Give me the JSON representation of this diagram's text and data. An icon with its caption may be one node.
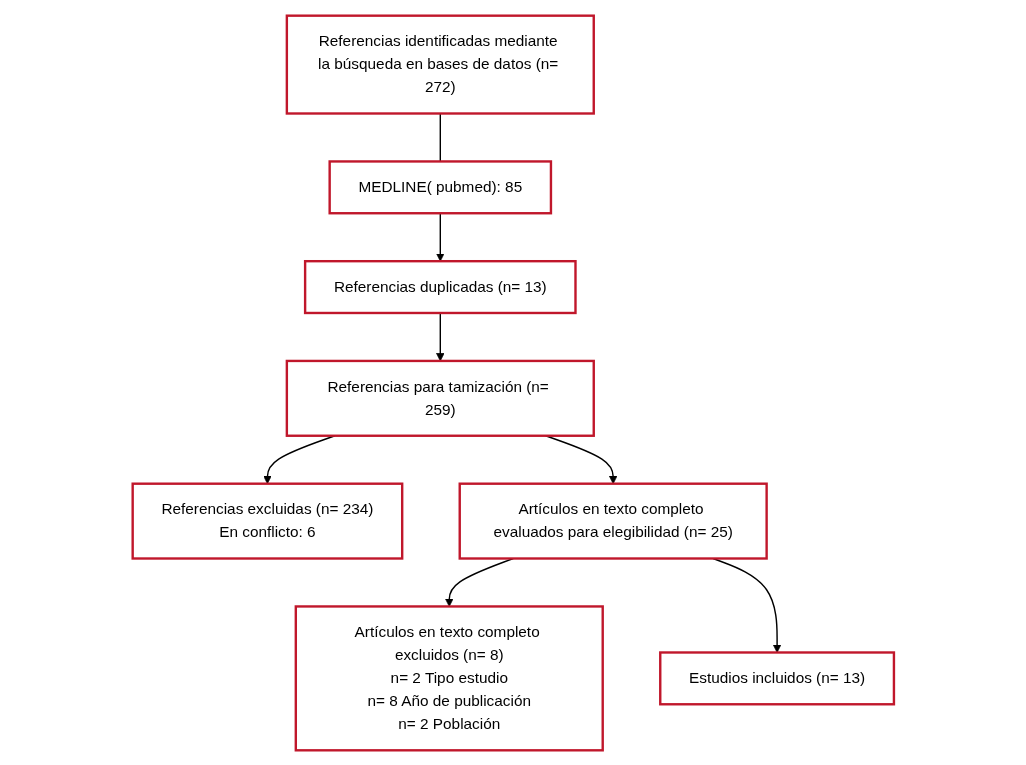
{
  "diagram": {
    "nodes": [
      {
        "text": [
          "Referencias identificadas mediante la búsqueda en bases de datos (n= 272)"
        ]
      },
      {
        "text": [
          "MEDLINE( pubmed): 85"
        ]
      },
      {
        "text": [
          "Referencias duplicadas (n= 13)"
        ]
      },
      {
        "text": [
          "Referencias para tamización (n= 259)"
        ]
      },
      {
        "text": [
          "Referencias excluidas (n= 234)",
          "En conflicto: 6"
        ]
      },
      {
        "text": [
          "Artículos en texto completo evaluados para elegibilidad (n= 25)"
        ]
      },
      {
        "text": [
          "Artículos en texto completo excluidos (n= 8)",
          "n= 2 Tipo estudio",
          "n= 8 Año de publicación",
          "n= 2 Población"
        ]
      },
      {
        "text": [
          "Estudios incluidos (n= 13)"
        ]
      }
    ],
    "edges": [
      {
        "from": 0,
        "to": 1,
        "arrow": "none"
      },
      {
        "from": 1,
        "to": 2,
        "arrow": "to"
      },
      {
        "from": 2,
        "to": 3,
        "arrow": "to"
      },
      {
        "from": 3,
        "to": 4,
        "arrow": "to"
      },
      {
        "from": 3,
        "to": 5,
        "arrow": "to"
      },
      {
        "from": 5,
        "to": 6,
        "arrow": "to"
      },
      {
        "from": 5,
        "to": 7,
        "arrow": "to"
      }
    ]
  }
}
